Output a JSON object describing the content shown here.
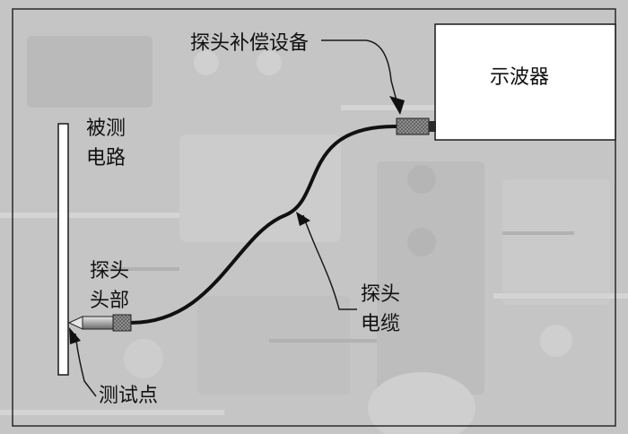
{
  "labels": {
    "oscilloscope": "示波器",
    "circuit_under_test": [
      "被测",
      "电路"
    ],
    "probe_tip": [
      "探头",
      "头部"
    ],
    "compensation_device": "探头补偿设备",
    "probe_cable": [
      "探头",
      "电缆"
    ],
    "test_point": "测试点"
  },
  "colors": {
    "background_pcb": "#c4c4c4",
    "box_fill": "#ffffff",
    "stroke": "#1a1a1a",
    "text": "#111111"
  }
}
